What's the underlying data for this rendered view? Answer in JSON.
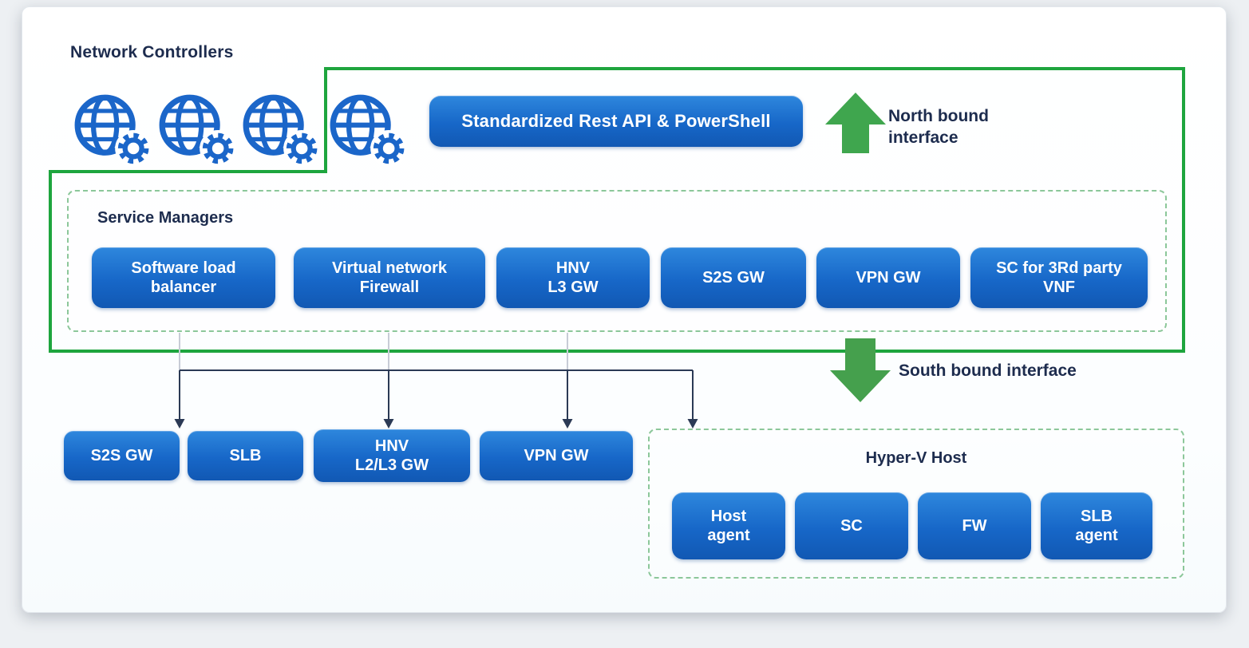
{
  "network_controllers": {
    "label": "Network Controllers",
    "icon_count": 4
  },
  "api_bar": {
    "label": "Standardized Rest API & PowerShell"
  },
  "north_bound": {
    "label": "North bound\ninterface"
  },
  "south_bound": {
    "label": "South bound interface"
  },
  "service_managers": {
    "label": "Service Managers",
    "items": [
      {
        "label": "Software load\nbalancer"
      },
      {
        "label": "Virtual network\nFirewall"
      },
      {
        "label": "HNV\nL3 GW"
      },
      {
        "label": "S2S GW"
      },
      {
        "label": "VPN GW"
      },
      {
        "label": "SC for 3Rd party\nVNF"
      }
    ]
  },
  "service_instances": {
    "items": [
      {
        "label": "S2S GW"
      },
      {
        "label": "SLB"
      },
      {
        "label": "HNV\nL2/L3 GW"
      },
      {
        "label": "VPN GW"
      }
    ]
  },
  "hyperv_host": {
    "label": "Hyper-V Host",
    "items": [
      {
        "label": "Host\nagent"
      },
      {
        "label": "SC"
      },
      {
        "label": "FW"
      },
      {
        "label": "SLB\nagent"
      }
    ]
  },
  "icons": {
    "network_controller": "globe-gear-icon",
    "north_arrow": "up-block-arrow-icon",
    "south_arrow": "down-block-arrow-icon"
  },
  "colors": {
    "button_blue": "#1a6bcd",
    "outline_green": "#1ea53e",
    "dashed_green": "#8cc79a",
    "arrow_green": "#3fa64e",
    "text_navy": "#1d2c4e",
    "connector_navy": "#2b3a55"
  }
}
